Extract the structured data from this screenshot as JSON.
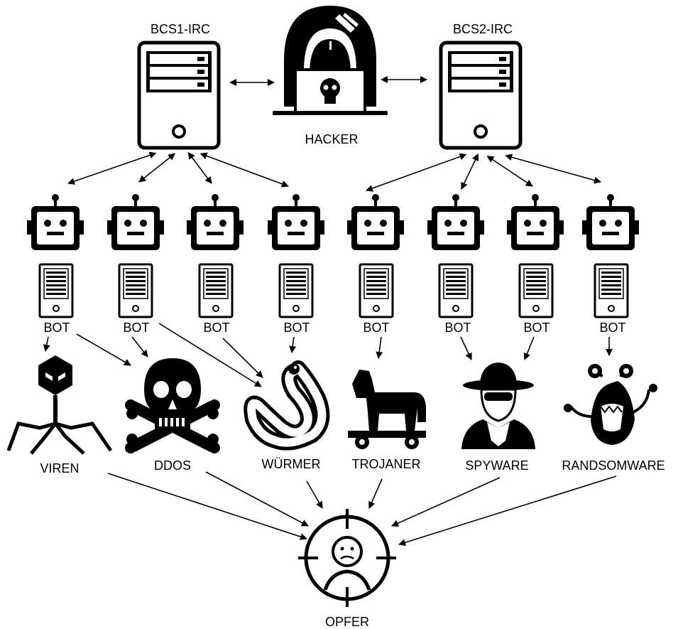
{
  "servers": [
    {
      "id": "bcs1",
      "label": "BCS1-IRC"
    },
    {
      "id": "bcs2",
      "label": "BCS2-IRC"
    }
  ],
  "hacker": {
    "label": "HACKER"
  },
  "bots": [
    {
      "label": "BOT"
    },
    {
      "label": "BOT"
    },
    {
      "label": "BOT"
    },
    {
      "label": "BOT"
    },
    {
      "label": "BOT"
    },
    {
      "label": "BOT"
    },
    {
      "label": "BOT"
    },
    {
      "label": "BOT"
    }
  ],
  "threats": [
    {
      "id": "viren",
      "label": "VIREN",
      "icon": "virus-icon"
    },
    {
      "id": "ddos",
      "label": "DDOS",
      "icon": "skull-crossbones-icon"
    },
    {
      "id": "wuermer",
      "label": "WÜRMER",
      "icon": "worm-icon"
    },
    {
      "id": "trojaner",
      "label": "TROJANER",
      "icon": "trojan-horse-icon"
    },
    {
      "id": "spyware",
      "label": "SPYWARE",
      "icon": "spy-icon"
    },
    {
      "id": "ransomware",
      "label": "RANDSOMWARE",
      "icon": "monster-icon"
    }
  ],
  "victim": {
    "label": "OPFER",
    "icon": "sad-target-icon"
  }
}
